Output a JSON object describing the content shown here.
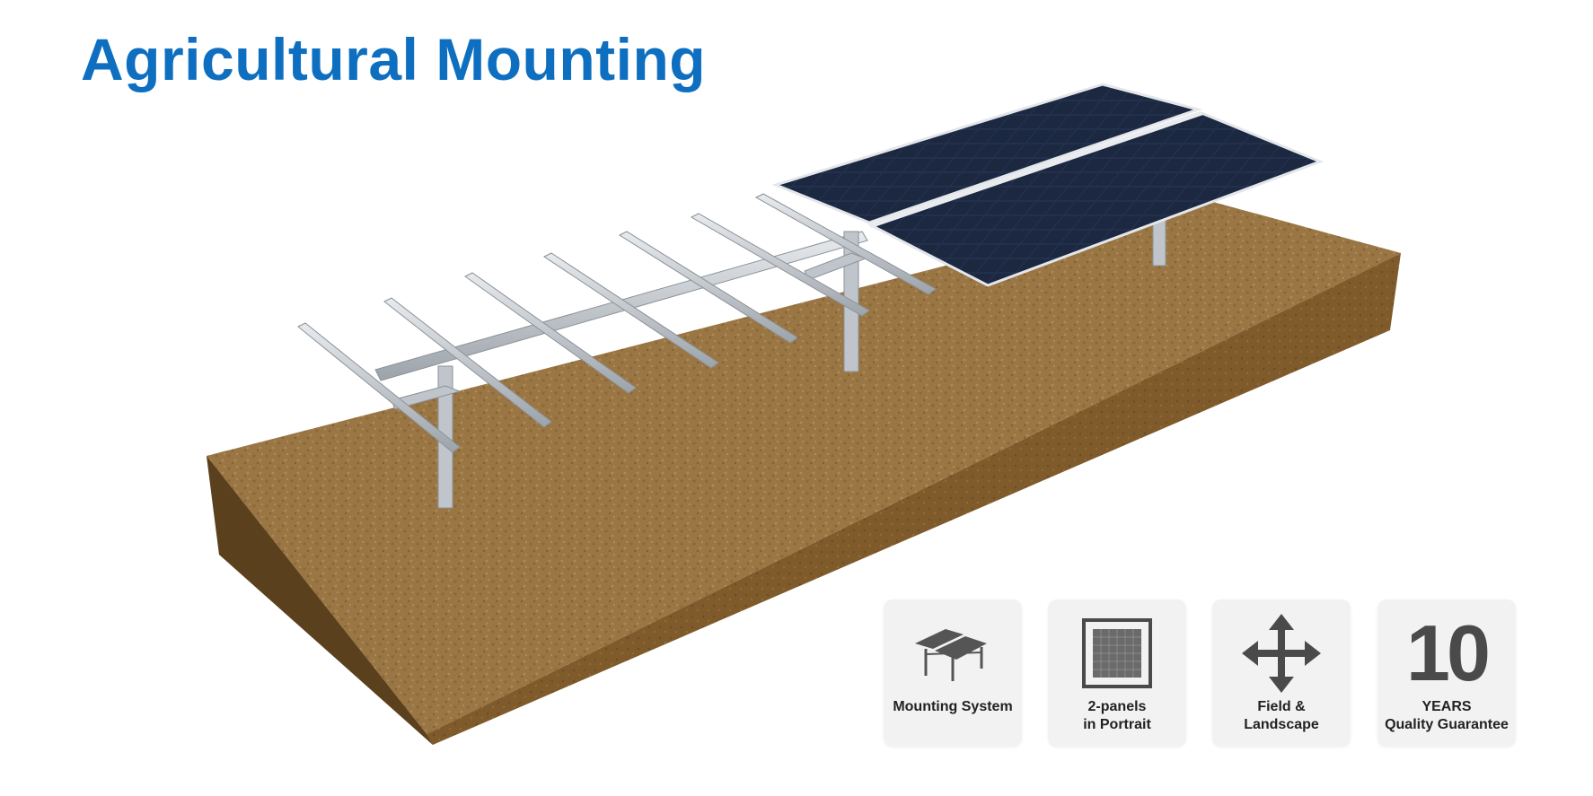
{
  "title": "Agricultural Mounting",
  "colors": {
    "title": "#0e6fc0",
    "soil_top": "#9a7644",
    "soil_front": "#7f5b2c",
    "soil_side": "#5e4220",
    "steel": "#c9ced3",
    "panel": "#1f2c46",
    "icon_gray": "#4a4a4a",
    "card_bg": "#f2f2f2"
  },
  "features": [
    {
      "icon": "mounting-system-icon",
      "lines": [
        "Mounting System"
      ]
    },
    {
      "icon": "solar-panel-icon",
      "lines": [
        "2-panels",
        "in Portrait"
      ]
    },
    {
      "icon": "four-way-arrows-icon",
      "lines": [
        "Field &",
        "Landscape"
      ]
    },
    {
      "icon": "ten-years-badge",
      "number": "10",
      "lines": [
        "YEARS",
        "Quality Guarantee"
      ]
    }
  ]
}
